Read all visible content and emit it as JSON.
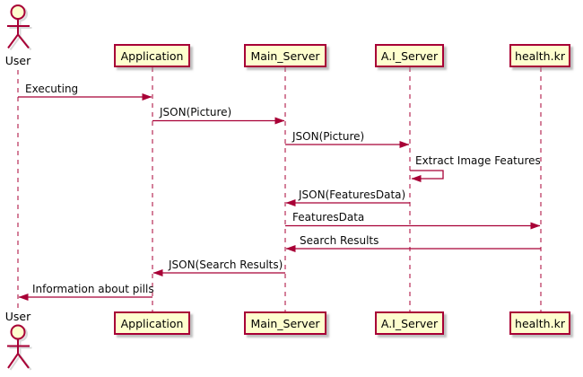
{
  "diagram": {
    "type": "uml-sequence-diagram",
    "colors": {
      "line": "#A80036",
      "participant_fill": "#FEFECE",
      "text": "#000000",
      "background": "#FFFFFF",
      "shadow": "#8C8C8C"
    },
    "actor": {
      "label": "User"
    },
    "participants": [
      {
        "label": "Application"
      },
      {
        "label": "Main_Server"
      },
      {
        "label": "A.I_Server"
      },
      {
        "label": "health.kr"
      }
    ],
    "messages": [
      {
        "from": "User",
        "to": "Application",
        "label": "Executing"
      },
      {
        "from": "Application",
        "to": "Main_Server",
        "label": "JSON(Picture)"
      },
      {
        "from": "Main_Server",
        "to": "A.I_Server",
        "label": "JSON(Picture)"
      },
      {
        "from": "A.I_Server",
        "to": "A.I_Server",
        "label": "Extract Image Features",
        "self": true
      },
      {
        "from": "A.I_Server",
        "to": "Main_Server",
        "label": "JSON(FeaturesData)"
      },
      {
        "from": "Main_Server",
        "to": "health.kr",
        "label": "FeaturesData"
      },
      {
        "from": "health.kr",
        "to": "Main_Server",
        "label": "Search Results"
      },
      {
        "from": "Main_Server",
        "to": "Application",
        "label": "JSON(Search Results)"
      },
      {
        "from": "Application",
        "to": "User",
        "label": "Information about pills"
      }
    ]
  }
}
